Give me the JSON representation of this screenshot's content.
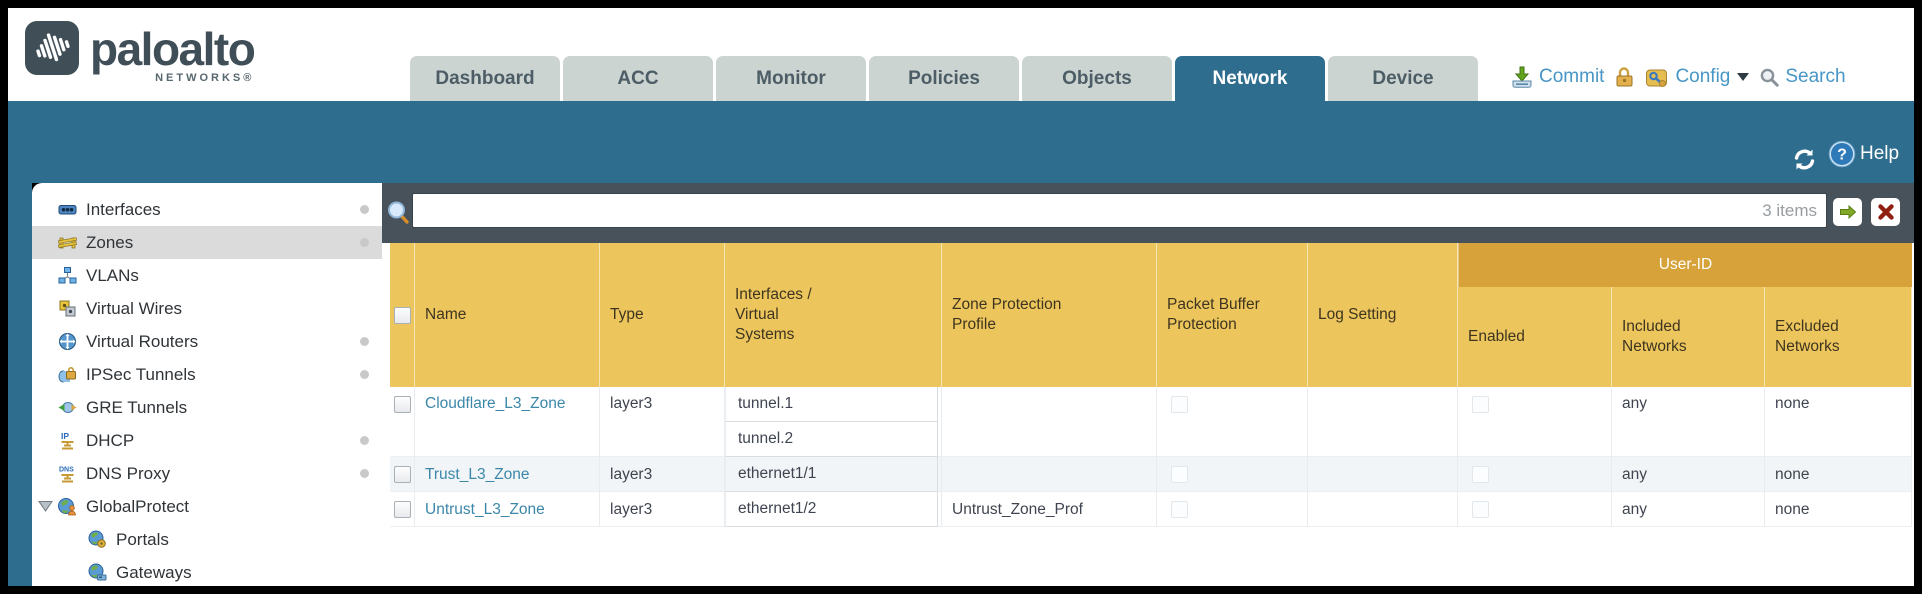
{
  "brand": {
    "name": "paloalto",
    "sub": "NETWORKS®"
  },
  "tabs": [
    {
      "label": "Dashboard"
    },
    {
      "label": "ACC"
    },
    {
      "label": "Monitor"
    },
    {
      "label": "Policies"
    },
    {
      "label": "Objects"
    },
    {
      "label": "Network",
      "selected": true
    },
    {
      "label": "Device"
    }
  ],
  "toolbar": {
    "commit_label": "Commit",
    "config_label": "Config",
    "search_label": "Search"
  },
  "header": {
    "help_label": "Help"
  },
  "sidebar": {
    "items": [
      {
        "label": "Interfaces",
        "icon": "interfaces-icon",
        "has_dot": true
      },
      {
        "label": "Zones",
        "icon": "zones-icon",
        "has_dot": true,
        "selected": true
      },
      {
        "label": "VLANs",
        "icon": "vlans-icon"
      },
      {
        "label": "Virtual Wires",
        "icon": "virtual-wires-icon"
      },
      {
        "label": "Virtual Routers",
        "icon": "virtual-routers-icon",
        "has_dot": true
      },
      {
        "label": "IPSec Tunnels",
        "icon": "ipsec-tunnels-icon",
        "has_dot": true
      },
      {
        "label": "GRE Tunnels",
        "icon": "gre-tunnels-icon"
      },
      {
        "label": "DHCP",
        "icon": "dhcp-icon",
        "has_dot": true
      },
      {
        "label": "DNS Proxy",
        "icon": "dns-proxy-icon",
        "has_dot": true
      },
      {
        "label": "GlobalProtect",
        "icon": "globalprotect-icon",
        "expanded": true
      },
      {
        "label": "Portals",
        "icon": "portals-icon",
        "child": true
      },
      {
        "label": "Gateways",
        "icon": "gateways-icon",
        "child": true
      }
    ]
  },
  "filter": {
    "query": "",
    "items_count": "3 items"
  },
  "table": {
    "group_header": "User-ID",
    "columns": {
      "name": "Name",
      "type": "Type",
      "interfaces": "Interfaces /\nVirtual\nSystems",
      "zone_protection_profile": "Zone Protection Profile",
      "packet_buffer_protection": "Packet Buffer Protection",
      "log_setting": "Log Setting",
      "enabled": "Enabled",
      "included_networks": "Included Networks",
      "excluded_networks": "Excluded Networks"
    },
    "rows": [
      {
        "name": "Cloudflare_L3_Zone",
        "type": "layer3",
        "interfaces": [
          "tunnel.1",
          "tunnel.2"
        ],
        "zone_protection_profile": "",
        "packet_buffer_protection_checked": false,
        "log_setting": "",
        "enabled_checked": false,
        "included_networks": "any",
        "excluded_networks": "none"
      },
      {
        "name": "Trust_L3_Zone",
        "type": "layer3",
        "interfaces": [
          "ethernet1/1"
        ],
        "zone_protection_profile": "",
        "packet_buffer_protection_checked": false,
        "log_setting": "",
        "enabled_checked": false,
        "included_networks": "any",
        "excluded_networks": "none"
      },
      {
        "name": "Untrust_L3_Zone",
        "type": "layer3",
        "interfaces": [
          "ethernet1/2"
        ],
        "zone_protection_profile": "Untrust_Zone_Prof",
        "packet_buffer_protection_checked": false,
        "log_setting": "",
        "enabled_checked": false,
        "included_networks": "any",
        "excluded_networks": "none"
      }
    ]
  }
}
